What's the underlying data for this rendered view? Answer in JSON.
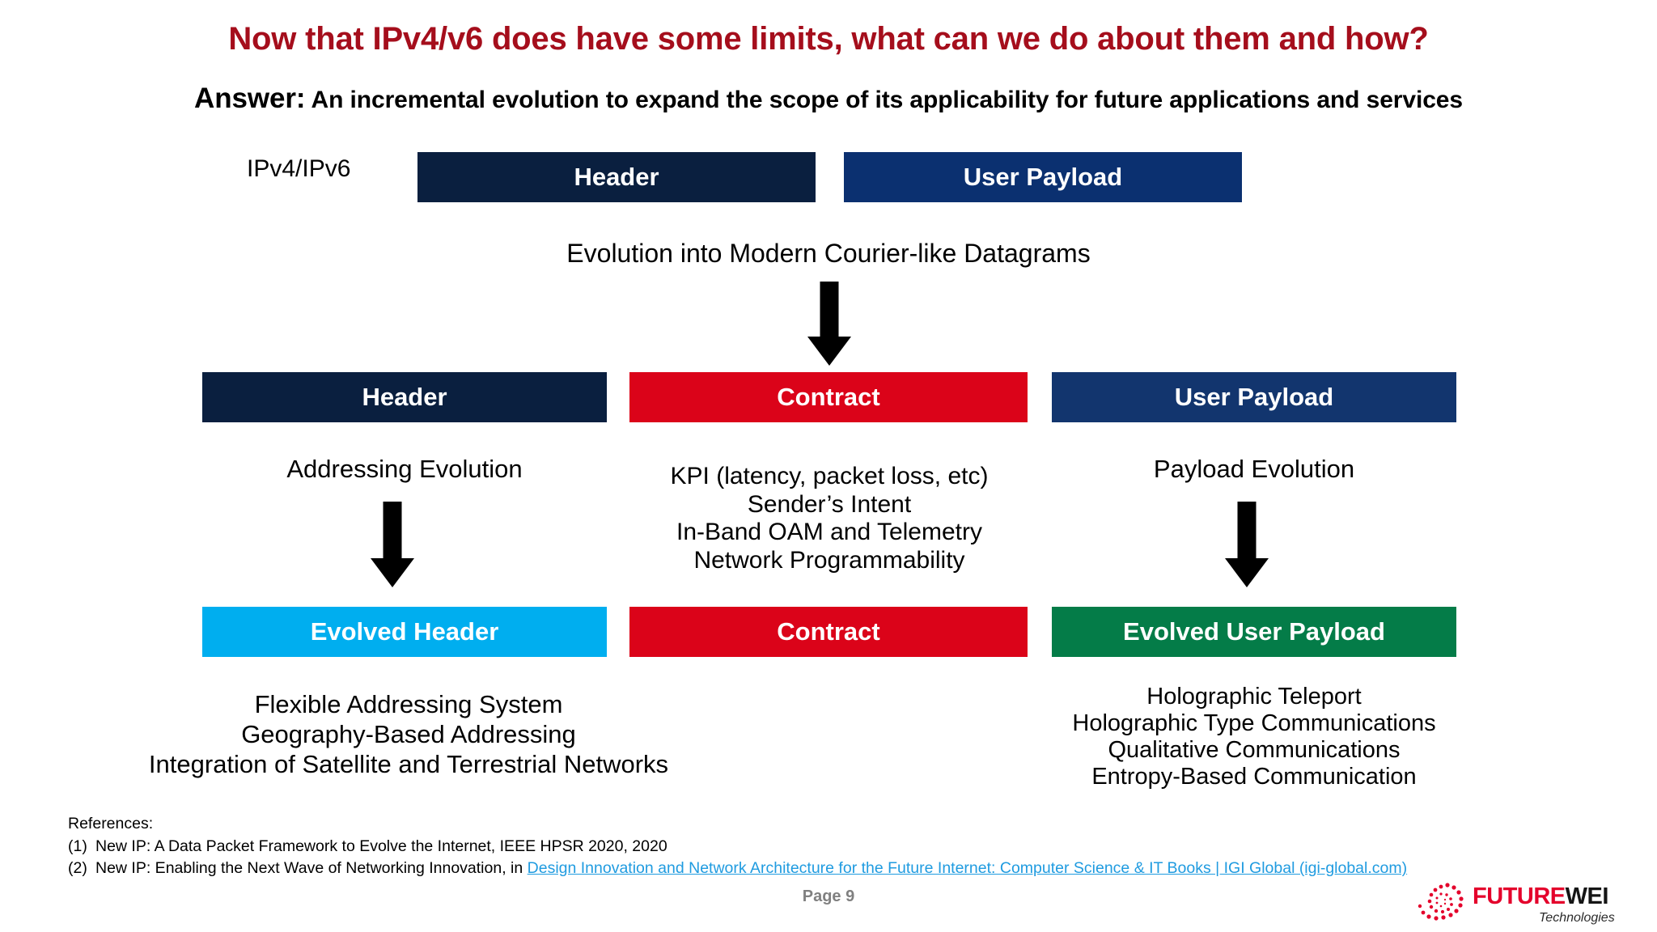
{
  "slide": {
    "title": "Now that IPv4/v6 does have some limits, what can we do about them and how?",
    "answer_label": "Answer:",
    "answer_text": " An incremental evolution to expand the scope of its applicability for future applications and services",
    "title_color": "#A50E1C"
  },
  "row1": {
    "label": "IPv4/IPv6",
    "header_box": "Header",
    "payload_box": "User Payload",
    "header_color": "#0A1F3F",
    "payload_color": "#0B3070"
  },
  "evolution": {
    "caption": "Evolution into Modern Courier-like Datagrams"
  },
  "row2": {
    "header_box": "Header",
    "contract_box": "Contract",
    "payload_box": "User Payload",
    "header_color": "#0A1F3F",
    "contract_color": "#DB0319",
    "payload_color": "#12356E",
    "header_caption": "Addressing Evolution",
    "payload_caption": "Payload Evolution",
    "contract_items": [
      "KPI (latency, packet loss, etc)",
      "Sender’s Intent",
      "In-Band OAM and Telemetry",
      "Network Programmability"
    ]
  },
  "row3": {
    "evolved_header_box": "Evolved Header",
    "contract_box": "Contract",
    "evolved_payload_box": "Evolved User Payload",
    "evolved_header_color": "#00AEEF",
    "contract_color": "#DB0319",
    "evolved_payload_color": "#047C48",
    "header_items": [
      "Flexible Addressing System",
      "Geography-Based Addressing",
      "Integration of Satellite and Terrestrial Networks"
    ],
    "payload_items": [
      "Holographic Teleport",
      "Holographic Type Communications",
      "Qualitative Communications",
      "Entropy-Based Communication"
    ]
  },
  "references": {
    "heading": "References:",
    "items": [
      {
        "num": "(1)",
        "text": "New IP: A Data Packet Framework to Evolve the Internet, IEEE HPSR 2020, 2020",
        "link_text": ""
      },
      {
        "num": "(2)",
        "text": "New IP: Enabling the Next Wave of Networking Innovation, in ",
        "link_text": "Design Innovation and Network Architecture for the Future Internet: Computer Science & IT Books | IGI Global (igi-global.com)"
      }
    ],
    "link_color": "#1F9BE0"
  },
  "footer": {
    "page_label": "Page 9",
    "logo_future": "FUTURE",
    "logo_wei": "WEI",
    "logo_tagline": "Technologies",
    "logo_red": "#E4002B"
  }
}
